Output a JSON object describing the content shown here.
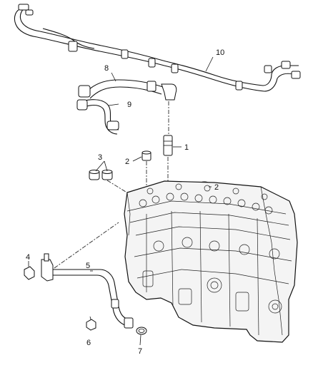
{
  "callouts": [
    {
      "id": "1",
      "text": "1"
    },
    {
      "id": "2a",
      "text": "2"
    },
    {
      "id": "2b",
      "text": "2"
    },
    {
      "id": "3",
      "text": "3"
    },
    {
      "id": "4",
      "text": "4"
    },
    {
      "id": "5",
      "text": "5"
    },
    {
      "id": "6",
      "text": "6"
    },
    {
      "id": "7",
      "text": "7"
    },
    {
      "id": "8",
      "text": "8"
    },
    {
      "id": "9",
      "text": "9"
    },
    {
      "id": "10",
      "text": "10"
    }
  ]
}
